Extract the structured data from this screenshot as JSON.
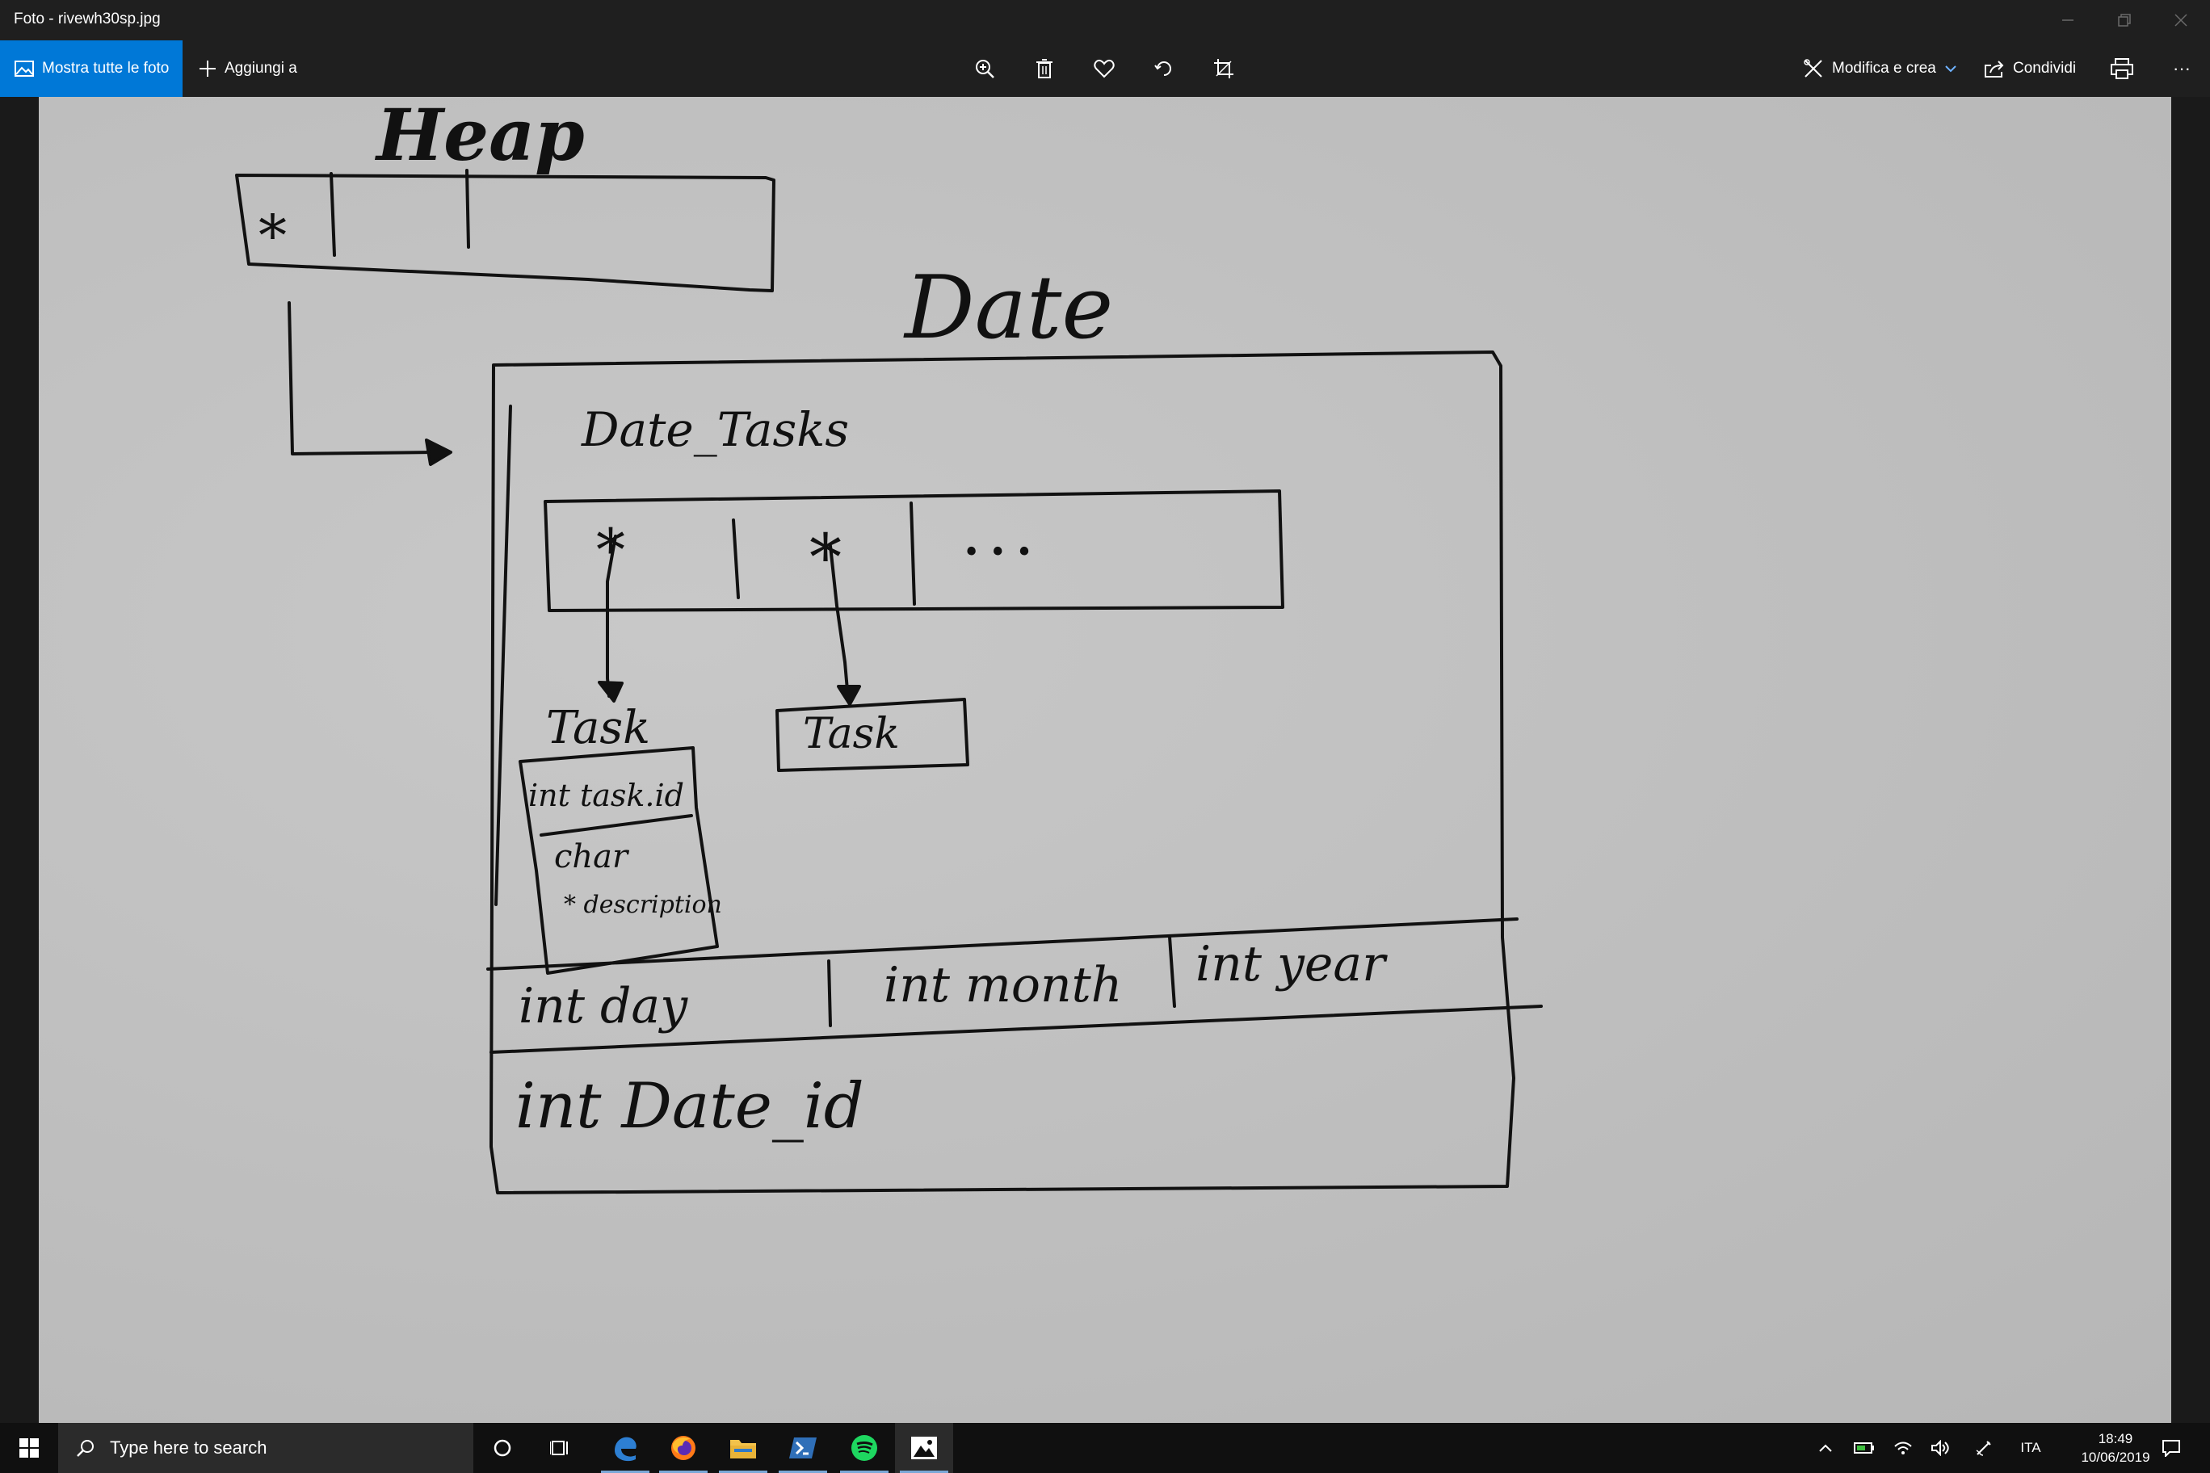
{
  "window": {
    "title": "Foto - rivewh30sp.jpg"
  },
  "toolbar": {
    "show_all_label": "Mostra tutte le foto",
    "add_label": "Aggiungi a",
    "edit_label": "Modifica e crea",
    "share_label": "Condividi",
    "more_label": "···"
  },
  "sketch": {
    "heap_label": "Heap",
    "heap_star": "*",
    "date_title": "Date",
    "date_tasks_label": "Date_Tasks",
    "star_1": "*",
    "star_2": "*",
    "ellipsis": "• • •",
    "task_label_1": "Task",
    "task_label_2": "Task",
    "task_field_id": "int task.id",
    "task_field_char": "char",
    "task_field_desc": "* description",
    "field_day": "int day",
    "field_month": "int month",
    "field_year": "int year",
    "field_date_id": "int Date_id"
  },
  "taskbar": {
    "search_placeholder": "Type here to search",
    "language": "ITA",
    "time": "18:49",
    "date": "10/06/2019"
  },
  "colors": {
    "accent": "#0078d7",
    "titlebar_bg": "#1f1f1f",
    "taskbar_bg": "#101010",
    "paper": "#c2c2c2",
    "ink": "#111111"
  }
}
